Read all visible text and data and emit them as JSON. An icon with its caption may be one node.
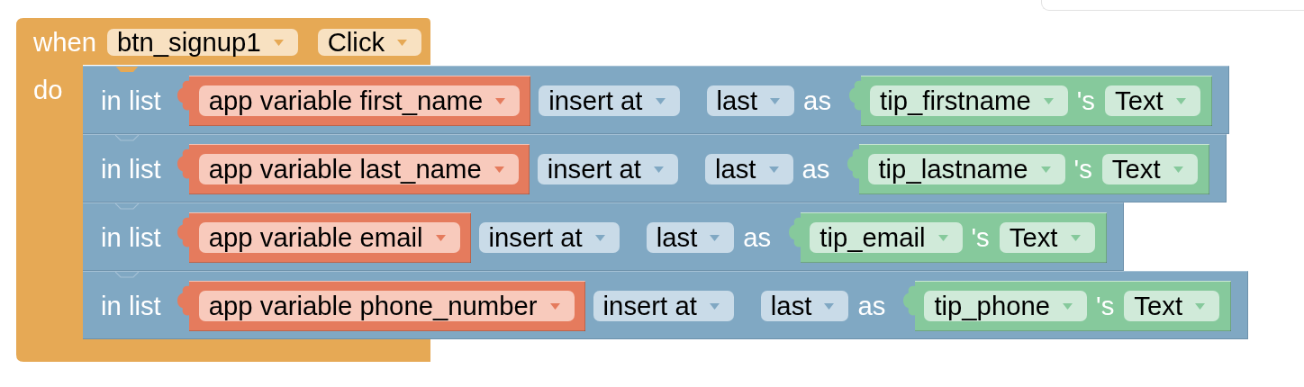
{
  "diagram": {
    "nodes": [
      {
        "text": [
          "when",
          "btn_signup1",
          "Click",
          "do"
        ]
      },
      {
        "text": [
          "in list",
          "insert at",
          "last",
          "as"
        ]
      },
      {
        "text": [
          "app variable first_name"
        ],
        "in": 1
      },
      {
        "text": [
          "tip_firstname",
          "'s",
          "Text"
        ],
        "in": 1
      },
      {
        "text": [
          "in list",
          "insert at",
          "last",
          "as"
        ]
      },
      {
        "text": [
          "app variable last_name"
        ],
        "in": 4
      },
      {
        "text": [
          "tip_lastname",
          "'s",
          "Text"
        ],
        "in": 4
      },
      {
        "text": [
          "in list",
          "insert at",
          "last",
          "as"
        ]
      },
      {
        "text": [
          "app variable email"
        ],
        "in": 7
      },
      {
        "text": [
          "tip_email",
          "'s",
          "Text"
        ],
        "in": 7
      },
      {
        "text": [
          "in list",
          "insert at",
          "last",
          "as"
        ]
      },
      {
        "text": [
          "app variable phone_number"
        ],
        "in": 10
      },
      {
        "text": [
          "tip_phone",
          "'s",
          "Text"
        ],
        "in": 10
      }
    ]
  }
}
